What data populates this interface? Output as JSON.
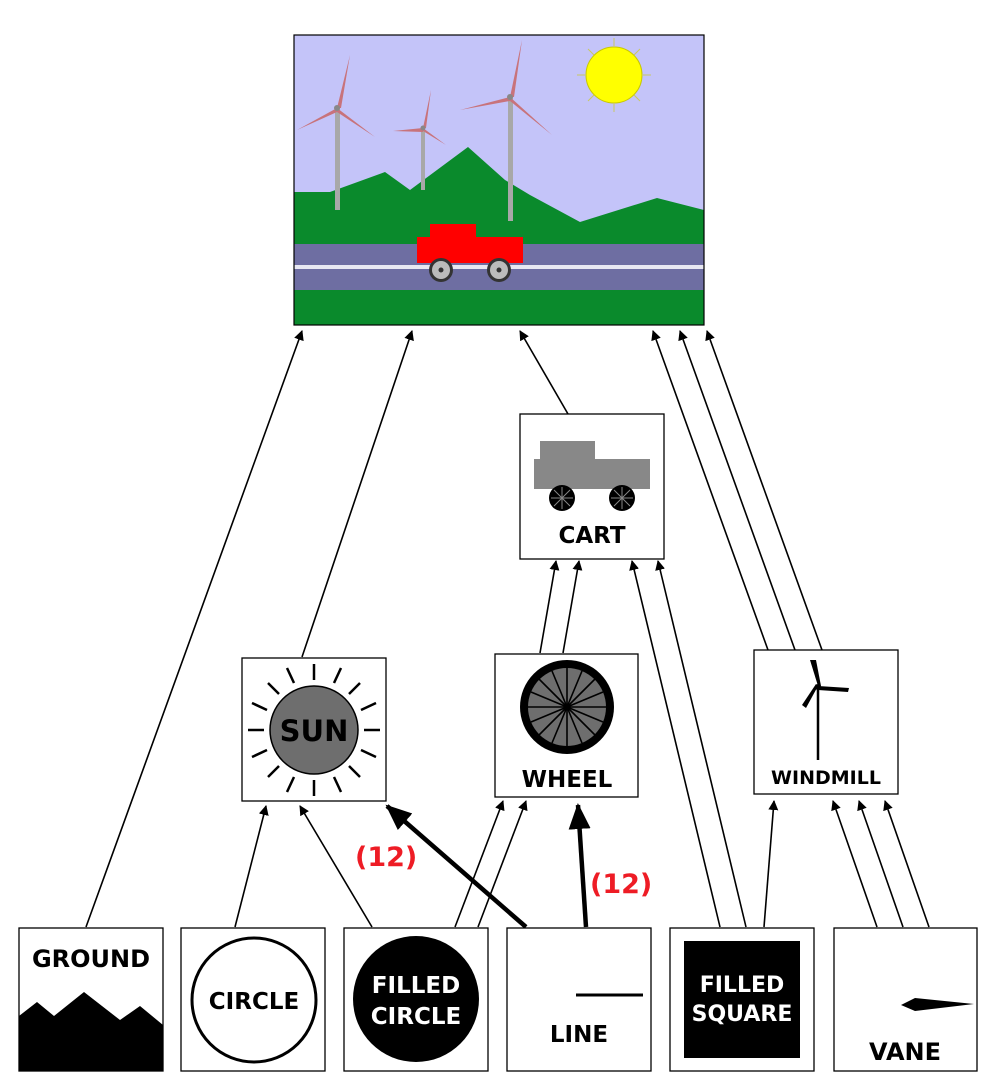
{
  "nodes": {
    "ground": {
      "label": "GROUND"
    },
    "circle": {
      "label": "CIRCLE"
    },
    "filled_circle": {
      "label_line1": "FILLED",
      "label_line2": "CIRCLE"
    },
    "line": {
      "label": "LINE"
    },
    "filled_square": {
      "label_line1": "FILLED",
      "label_line2": "SQUARE"
    },
    "vane": {
      "label": "VANE"
    },
    "sun": {
      "label": "SUN"
    },
    "wheel": {
      "label": "WHEEL"
    },
    "windmill": {
      "label": "WINDMILL"
    },
    "cart": {
      "label": "CART"
    }
  },
  "edge_labels": {
    "line_to_sun": "(12)",
    "line_to_wheel": "(12)"
  },
  "colors": {
    "sky": "#c4c4f9",
    "hills": "#0a8a2c",
    "road": "#6e6ea2",
    "car": "#ff0000",
    "sun": "#ffff00",
    "turbine": "#c8737b",
    "count_red": "#ee1c25"
  }
}
